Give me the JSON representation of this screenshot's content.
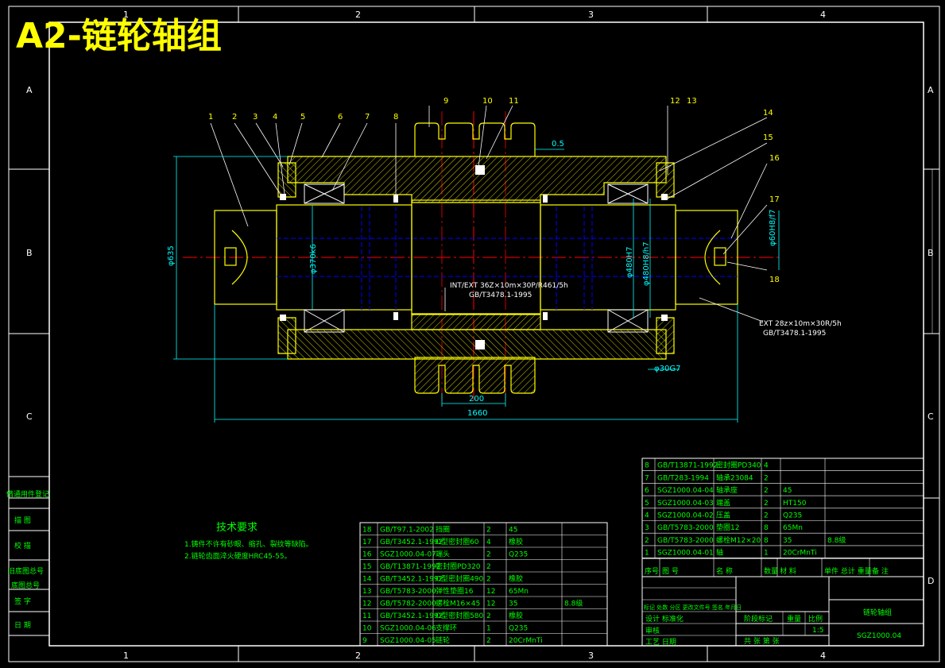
{
  "title": "A2-链轮轴组",
  "grid": {
    "columns": [
      "1",
      "2",
      "3",
      "4"
    ],
    "rows": [
      "A",
      "B",
      "C",
      "D"
    ]
  },
  "part_balloons": [
    "1",
    "2",
    "3",
    "4",
    "5",
    "6",
    "7",
    "8",
    "9",
    "10",
    "11",
    "12",
    "13",
    "14",
    "15",
    "16",
    "17",
    "18"
  ],
  "dimensions": {
    "gap": "0.5",
    "dia_635": "φ635",
    "dia_370": "φ370k6",
    "dia_480": "φ480H7",
    "dia_480b": "φ480H8/h7",
    "dia_60": "φ60H8/f7",
    "dia_30": "φ30G7",
    "len_200": "200",
    "len_1660": "1660"
  },
  "spline_notes": {
    "center_1": "INT/EXT 36Z×10m×30P/R461/5h",
    "center_2": "GB/T3478.1-1995",
    "right_1": "EXT 28z×10m×30R/5h",
    "right_2": "GB/T3478.1-1995"
  },
  "tech_requirements": {
    "heading": "技术要求",
    "items": [
      "1.铸件不许有砂眼、缩孔、裂纹等缺陷。",
      "2.链轮齿面淬火硬度HRC45-55。"
    ]
  },
  "side_labels": [
    "借通用件登记",
    "描 图",
    "校 描",
    "旧底图总号",
    "底图总号",
    "签 字",
    "日 期"
  ],
  "bom_left": [
    [
      "18",
      "GB/T97.1-2002",
      "挡圈",
      "2",
      "45",
      ""
    ],
    [
      "17",
      "GB/T3452.1-1992",
      "O型密封圈60",
      "4",
      "橡胶",
      ""
    ],
    [
      "16",
      "SGZ1000.04-07",
      "端头",
      "2",
      "Q235",
      ""
    ],
    [
      "15",
      "GB/T13871-1992",
      "密封圈PD320",
      "2",
      "",
      ""
    ],
    [
      "14",
      "GB/T3452.1-1992",
      "O型密封圈490",
      "2",
      "橡胶",
      ""
    ],
    [
      "13",
      "GB/T5783-2000",
      "弹性垫圈16",
      "12",
      "65Mn",
      ""
    ],
    [
      "12",
      "GB/T5782-2000",
      "螺栓M16×45",
      "12",
      "35",
      "8.8级"
    ],
    [
      "11",
      "GB/T3452.1-1992",
      "O型密封圈580",
      "2",
      "橡胶",
      ""
    ],
    [
      "10",
      "SGZ1000.04-06",
      "支撑环",
      "1",
      "Q235",
      ""
    ],
    [
      "9",
      "SGZ1000.04-05",
      "链轮",
      "2",
      "20CrMnTi",
      ""
    ]
  ],
  "bom_right": [
    [
      "8",
      "GB/T13871-1992",
      "密封圈PD340",
      "4",
      "",
      ""
    ],
    [
      "7",
      "GB/T283-1994",
      "轴承23084",
      "2",
      "",
      ""
    ],
    [
      "6",
      "SGZ1000.04-04",
      "轴承座",
      "2",
      "45",
      ""
    ],
    [
      "5",
      "SGZ1000.04-03",
      "端盖",
      "2",
      "HT150",
      ""
    ],
    [
      "4",
      "SGZ1000.04-02",
      "压盖",
      "2",
      "Q235",
      ""
    ],
    [
      "3",
      "GB/T5783-2000",
      "垫圈12",
      "8",
      "65Mn",
      ""
    ],
    [
      "2",
      "GB/T5783-2000",
      "螺栓M12×20",
      "8",
      "35",
      "8.8级"
    ],
    [
      "1",
      "SGZ1000.04-01",
      "轴",
      "1",
      "20CrMnTi",
      ""
    ]
  ],
  "bom_header": [
    "序号",
    "图 号",
    "名 称",
    "数量",
    "材 料",
    "单件 总计 重量",
    "备 注"
  ],
  "title_block": {
    "name": "链轮轴组",
    "code": "SGZ1000.04",
    "scale_label": "比例",
    "scale": "1:5",
    "stage": "阶段标记",
    "weight": "重量",
    "sheets": "共 张 第 张",
    "sign_rows": [
      "标记 处数 分区 更改文件号 签名 年月日",
      "设计 标准化",
      "审核",
      "工艺 日期"
    ]
  },
  "colors": {
    "frame": "#ffffff",
    "part_line": "#ffff00",
    "center_line": "#ff0000",
    "hidden_line": "#0000ff",
    "dimension": "#00ffff",
    "label": "#00ff00"
  }
}
